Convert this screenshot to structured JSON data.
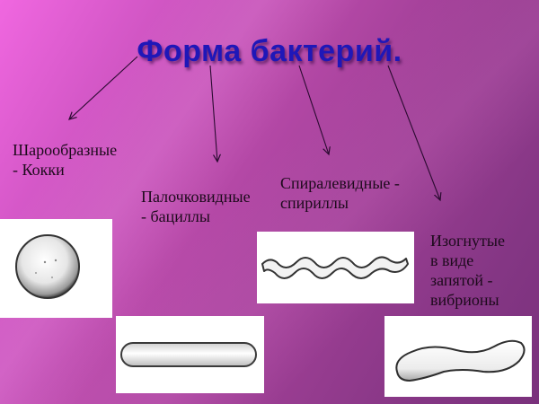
{
  "slide": {
    "title": "Форма бактерий.",
    "background_colors": [
      "#f067e0",
      "#b94aaa",
      "#7a317c"
    ],
    "title_color": "#1f17b8"
  },
  "categories": [
    {
      "id": "cocci",
      "line1": "Шарообразные",
      "line2": "- Кокки",
      "shape_icon": "sphere-bacterium-icon"
    },
    {
      "id": "bacilli",
      "line1": "Палочковидные",
      "line2": "- бациллы",
      "shape_icon": "rod-bacterium-icon"
    },
    {
      "id": "spirilla",
      "line1": "Спиралевидные -",
      "line2": "спириллы",
      "shape_icon": "spiral-bacterium-icon"
    },
    {
      "id": "vibrio",
      "line1": "Изогнутые",
      "line2": "в виде",
      "line3": "запятой -",
      "line4": "вибрионы",
      "shape_icon": "comma-bacterium-icon"
    }
  ]
}
